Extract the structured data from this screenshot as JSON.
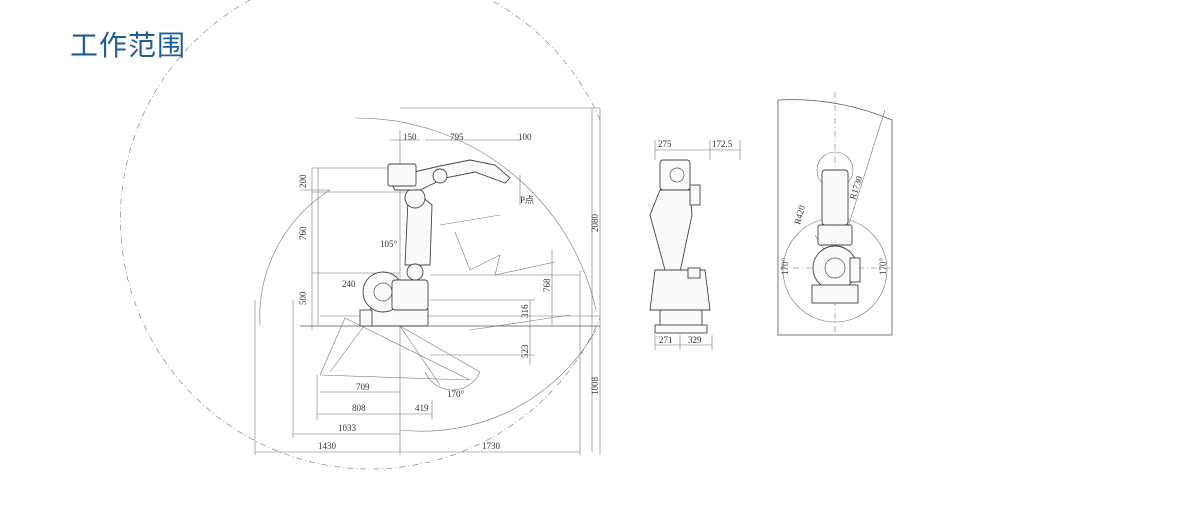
{
  "title": "工作范围",
  "side_view": {
    "labels": {
      "d150": "150",
      "d795": "795",
      "d100": "100",
      "d200": "200",
      "d760": "760",
      "d500": "500",
      "d240": "240",
      "a105": "105°",
      "pt": "P点",
      "d2080": "2080",
      "d768": "768",
      "d316": "316",
      "d523": "523",
      "d1008": "1008",
      "d709": "709",
      "d808": "808",
      "d419": "419",
      "d1033": "1033",
      "d1430": "1430",
      "d1730": "1730",
      "a170": "170°"
    }
  },
  "front_view": {
    "labels": {
      "d275": "275",
      "d172": "172.5",
      "d271": "271",
      "d329": "329"
    }
  },
  "top_view": {
    "labels": {
      "r420": "R420",
      "r1730": "R1730",
      "a170l": "170°",
      "a170r": "170°"
    }
  }
}
